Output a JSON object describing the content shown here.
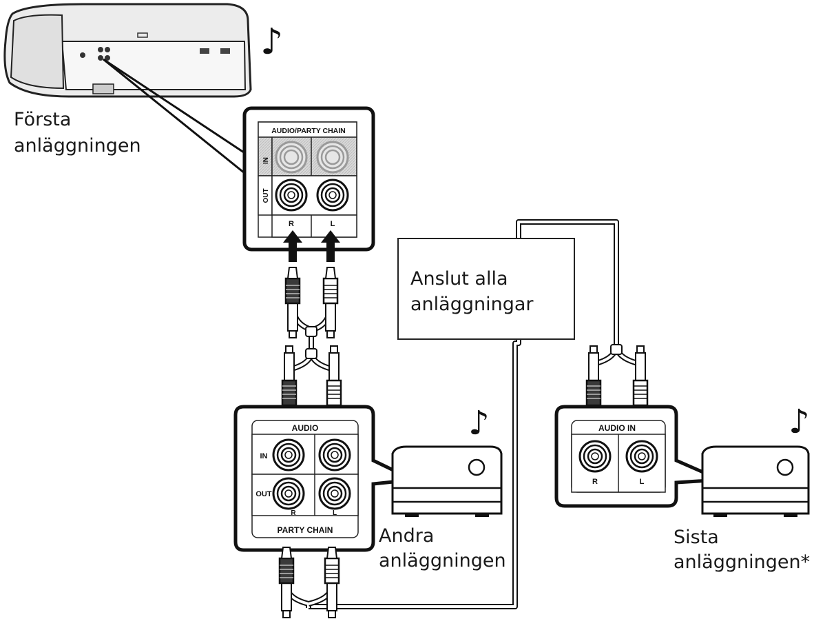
{
  "labels": {
    "first_device_line1": "Första",
    "first_device_line2": "anläggningen",
    "second_device_line1": "Andra",
    "second_device_line2": "anläggningen",
    "last_device_line1": "Sista",
    "last_device_line2": "anläggningen*",
    "note_line1": "Anslut alla",
    "note_line2": "anläggningar"
  },
  "first_panel": {
    "header": "AUDIO/PARTY CHAIN",
    "in_label": "IN",
    "out_label": "OUT",
    "r_label": "R",
    "l_label": "L"
  },
  "second_panel": {
    "header": "AUDIO",
    "in_label": "IN",
    "out_label": "OUT",
    "r_label": "R",
    "l_label": "L",
    "footer": "PARTY CHAIN"
  },
  "last_panel": {
    "header": "AUDIO IN",
    "r_label": "R",
    "l_label": "L"
  },
  "icons": {
    "music_note": "♪"
  }
}
